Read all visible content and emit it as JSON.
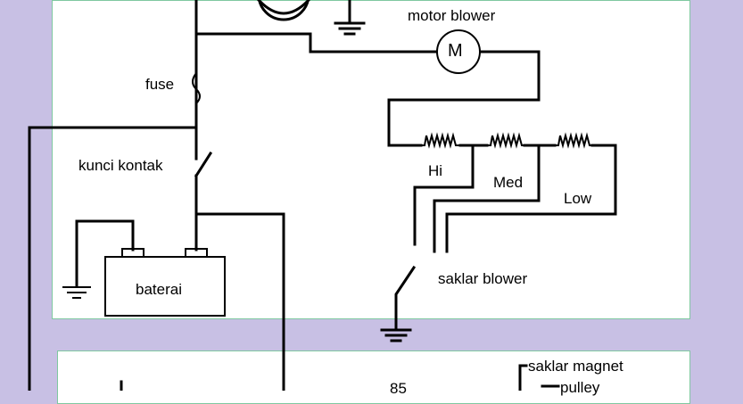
{
  "labels": {
    "motor_blower": "motor blower",
    "motor_symbol": "M",
    "fuse": "fuse",
    "kunci_kontak": "kunci kontak",
    "baterai": "baterai",
    "hi": "Hi",
    "med": "Med",
    "low": "Low",
    "saklar_blower": "saklar blower",
    "relay_85": "85",
    "saklar_magnet": "saklar magnet",
    "pulley": "pulley"
  },
  "colors": {
    "background": "#c8c0e4",
    "panel": "#ffffff",
    "panel_border": "#7fc8a0",
    "wire": "#000000"
  }
}
